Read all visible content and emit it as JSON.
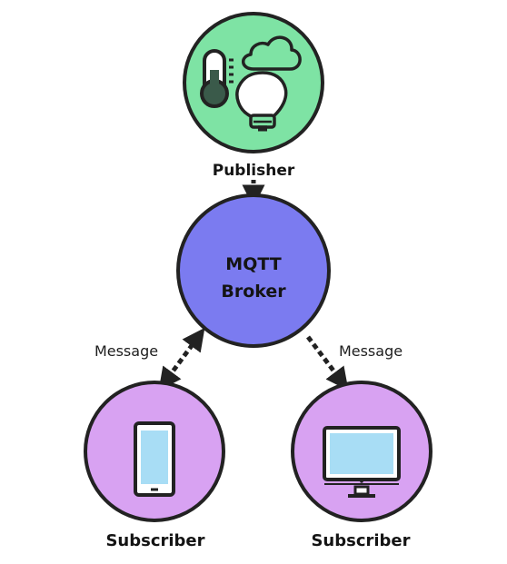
{
  "nodes": {
    "publisher": {
      "label": "Publisher",
      "fill": "#7EE3A4"
    },
    "broker": {
      "line1": "MQTT",
      "line2": "Broker",
      "fill": "#7B7BF0"
    },
    "subscriber_left": {
      "label": "Subscriber",
      "fill": "#D8A2F2"
    },
    "subscriber_right": {
      "label": "Subscriber",
      "fill": "#D8A2F2"
    }
  },
  "edges": {
    "left": {
      "label": "Message"
    },
    "right": {
      "label": "Message"
    }
  },
  "colors": {
    "outline": "#222222",
    "screen": "#A8DDF5",
    "icon_fill": "#3a5a4a"
  },
  "icons": [
    "thermometer-icon",
    "cloud-icon",
    "lightbulb-icon",
    "smartphone-icon",
    "monitor-icon"
  ]
}
